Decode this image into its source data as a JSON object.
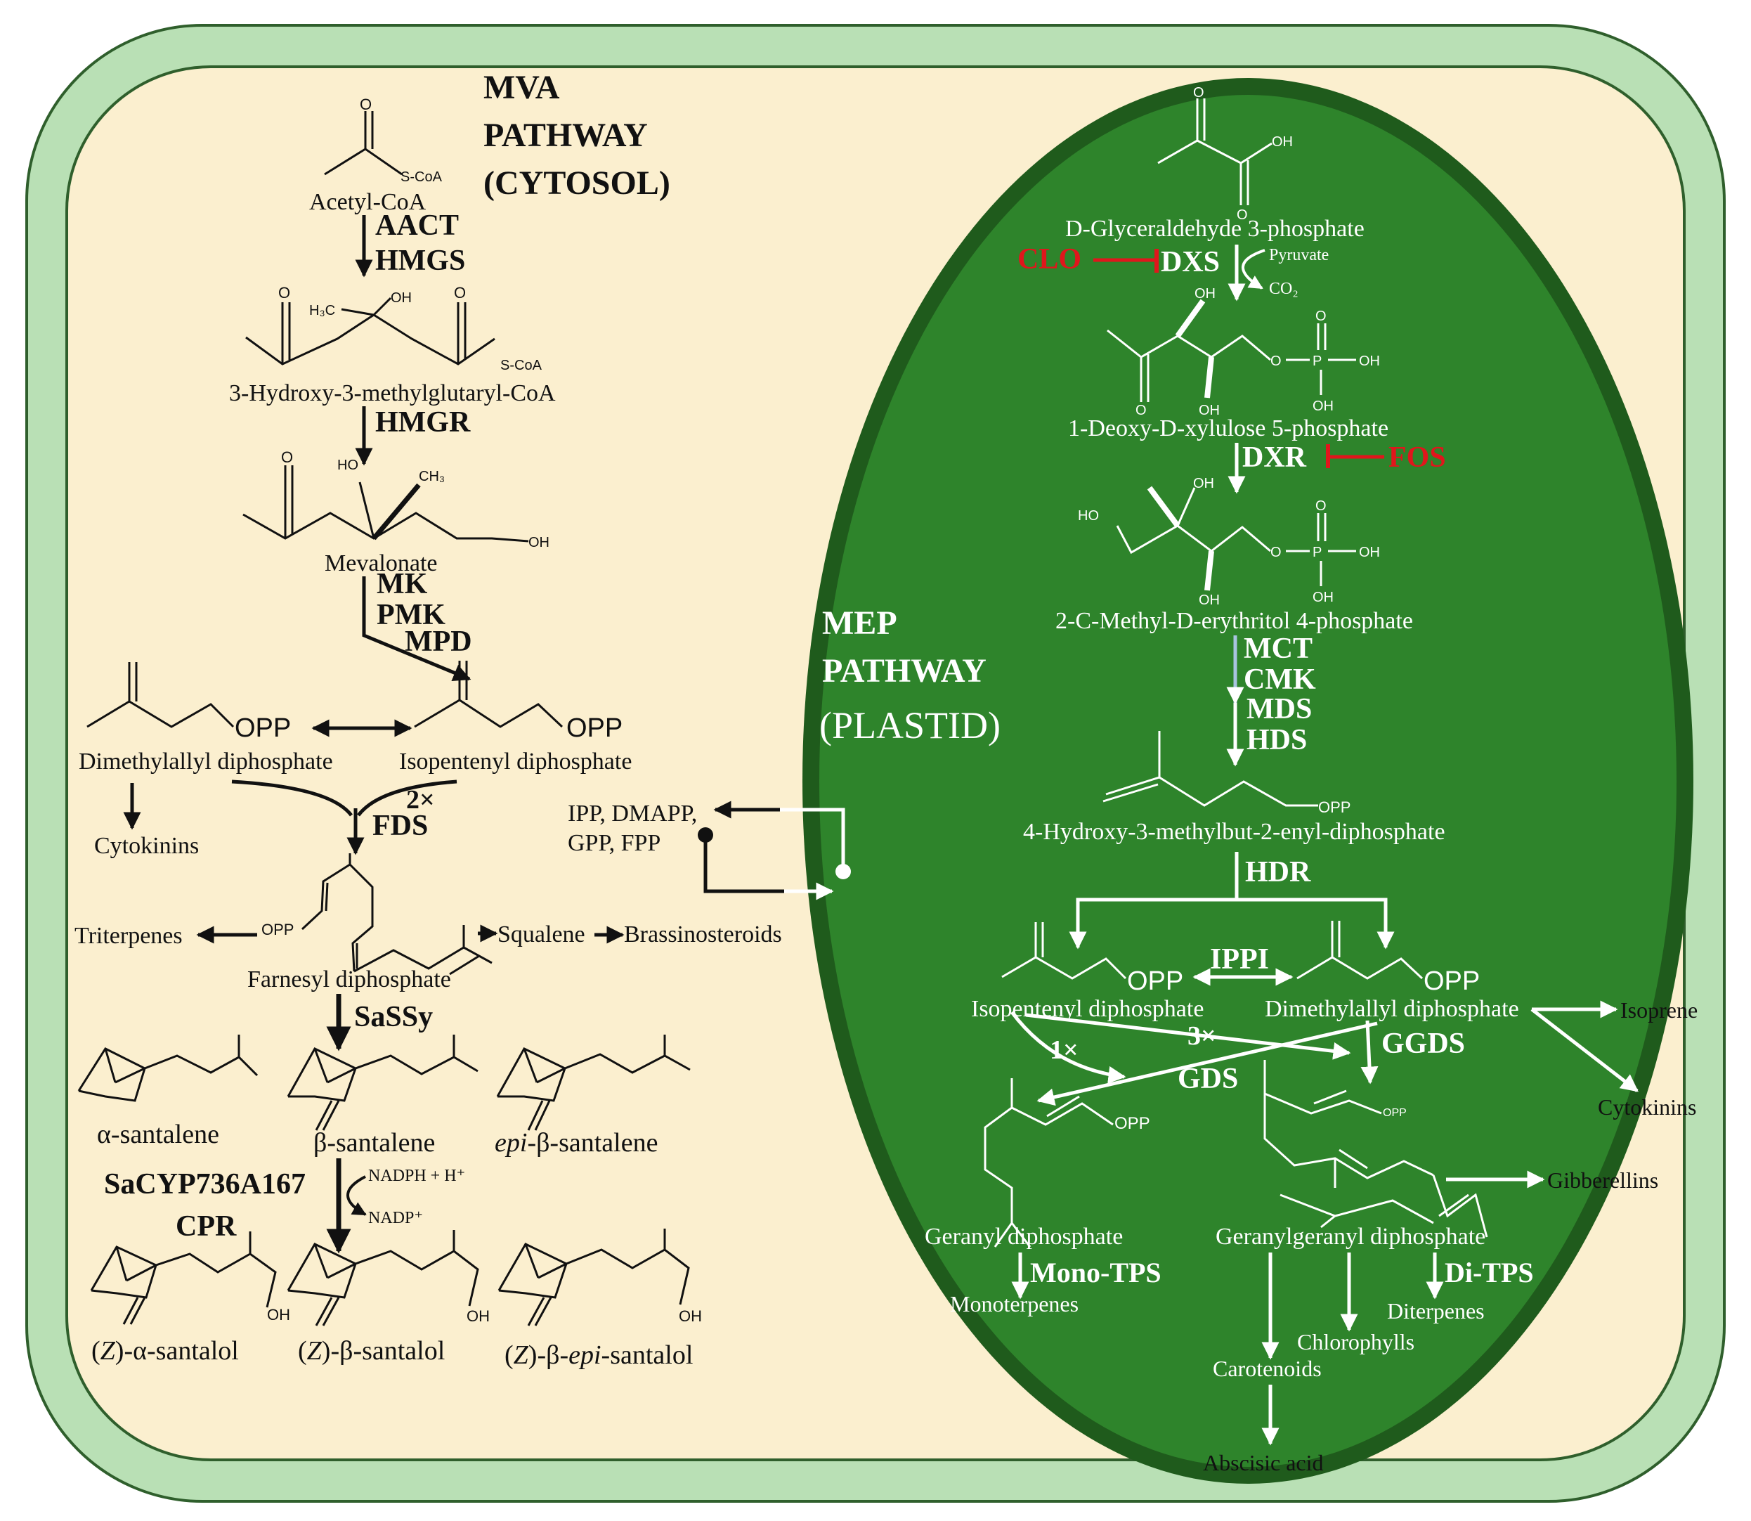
{
  "colors": {
    "cell_wall": "#b9e0b5",
    "cytosol": "#fbefcf",
    "plastid": "#2e842b",
    "plastid_border": "#1f5b1c",
    "inhibitor": "#e0161c",
    "dark_text": "#111111",
    "light_text": "#ffffff"
  },
  "mva": {
    "title_line1": "MVA",
    "title_line2": "PATHWAY",
    "title_line3": "(CYTOSOL)",
    "acetyl_coa": "Acetyl-CoA",
    "aact": "AACT",
    "hmgs": "HMGS",
    "hmg_coa": "3-Hydroxy-3-methylglutaryl-CoA",
    "hmgr": "HMGR",
    "mevalonate": "Mevalonate",
    "mk": "MK",
    "pmk": "PMK",
    "mpd": "MPD",
    "dmapp": "Dimethylallyl diphosphate",
    "ipp": "Isopentenyl diphosphate",
    "opp": "OPP",
    "opp_small": "OPP",
    "cytokinins": "Cytokinins",
    "fds_mult": "2×",
    "fds": "FDS",
    "triterpenes": "Triterpenes",
    "squalene": "Squalene",
    "brassinosteroids": "Brassinosteroids",
    "fpp": "Farnesyl diphosphate",
    "sassy": "SaSSy",
    "alpha_santalene": "α-santalene",
    "beta_santalene": "β-santalene",
    "epi_prefix": "epi",
    "epi_santalene_rest": "-β-santalene",
    "cyp": "SaCYP736A167",
    "cpr": "CPR",
    "nadph": "NADPH + H⁺",
    "nadp": "NADP⁺",
    "z_prefix": "Z",
    "z_alpha_santalol": "-α-santalol",
    "z_beta_santalol": "-β-santalol",
    "z_epi_santalol_mid": "-β-",
    "z_epi_santalol_end": "-santalol",
    "oh": "OH",
    "o": "O",
    "h3c": "H₃C",
    "ch3": "CH₃",
    "ho": "HO",
    "s_coa": "S-CoA"
  },
  "transport": {
    "line1": "IPP, DMAPP,",
    "line2": "GPP, FPP"
  },
  "mep": {
    "title_line1": "MEP",
    "title_line2": "PATHWAY",
    "title_line3": "(PLASTID)",
    "g3p": "D-Glyceraldehyde 3-phosphate",
    "clo": "CLO",
    "dxs": "DXS",
    "pyruvate": "Pyruvate",
    "co2": "CO₂",
    "dxp": "1-Deoxy-D-xylulose 5-phosphate",
    "dxr": "DXR",
    "fos": "FOS",
    "mep": "2-C-Methyl-D-erythritol 4-phosphate",
    "mct": "MCT",
    "cmk": "CMK",
    "mds": "MDS",
    "hds": "HDS",
    "hmbpp": "4-Hydroxy-3-methylbut-2-enyl-diphosphate",
    "hdr": "HDR",
    "ippi": "IPPI",
    "ipp": "Isopentenyl diphosphate",
    "dmapp": "Dimethylallyl diphosphate",
    "isoprene": "Isoprene",
    "cytokinins": "Cytokinins",
    "gds_mult": "1×",
    "ggds_mult": "3×",
    "gds": "GDS",
    "ggds": "GGDS",
    "gibberellins": "Gibberellins",
    "gpp": "Geranyl diphosphate",
    "ggpp": "Geranylgeranyl diphosphate",
    "mono_tps": "Mono-TPS",
    "di_tps": "Di-TPS",
    "monoterpenes": "Monoterpenes",
    "diterpenes": "Diterpenes",
    "chlorophylls": "Chlorophylls",
    "carotenoids": "Carotenoids",
    "abscisic_acid": "Abscisic acid",
    "opp": "OPP",
    "oh": "OH",
    "o": "O",
    "ho": "HO",
    "p": "P"
  }
}
